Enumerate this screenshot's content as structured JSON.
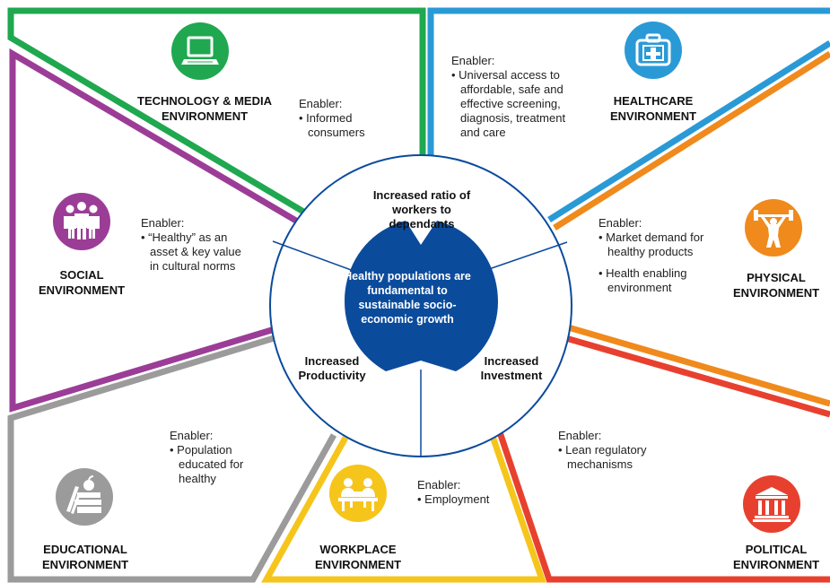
{
  "colors": {
    "technology": "#1fa84f",
    "healthcare": "#2a9ad6",
    "physical": "#f08a1c",
    "political": "#e8402f",
    "workplace": "#f6c51b",
    "educational": "#9b9b9b",
    "social": "#9b3d97",
    "center": "#0b4b9c"
  },
  "center": {
    "text": "Healthy populations are fundamental to sustainable socio-economic growth"
  },
  "hub": {
    "top": "Increased ratio of workers to dependants",
    "left": "Increased Productivity",
    "right": "Increased Investment"
  },
  "sectors": {
    "technology": {
      "label": "TECHNOLOGY & MEDIA ENVIRONMENT",
      "icon": "laptop-icon",
      "enabler_title": "Enabler:",
      "items": [
        "Informed consumers"
      ]
    },
    "healthcare": {
      "label": "HEALTHCARE ENVIRONMENT",
      "icon": "medical-kit-icon",
      "enabler_title": "Enabler:",
      "items": [
        "Universal access to affordable, safe and effective screening, diagnosis, treatment and care"
      ]
    },
    "physical": {
      "label": "PHYSICAL ENVIRONMENT",
      "icon": "weightlifter-icon",
      "enabler_title": "Enabler:",
      "items": [
        "Market demand for healthy products",
        "Health enabling environment"
      ]
    },
    "political": {
      "label": "POLITICAL ENVIRONMENT",
      "icon": "government-building-icon",
      "enabler_title": "Enabler:",
      "items": [
        "Lean regulatory mechanisms"
      ]
    },
    "workplace": {
      "label": "WORKPLACE ENVIRONMENT",
      "icon": "office-workers-icon",
      "enabler_title": "Enabler:",
      "items": [
        "Employment"
      ]
    },
    "educational": {
      "label": "EDUCATIONAL ENVIRONMENT",
      "icon": "books-apple-icon",
      "enabler_title": "Enabler:",
      "items": [
        "Population educated for healthy"
      ]
    },
    "social": {
      "label": "SOCIAL ENVIRONMENT",
      "icon": "people-group-icon",
      "enabler_title": "Enabler:",
      "items": [
        "“Healthy” as an asset & key value in cultural norms"
      ]
    }
  }
}
